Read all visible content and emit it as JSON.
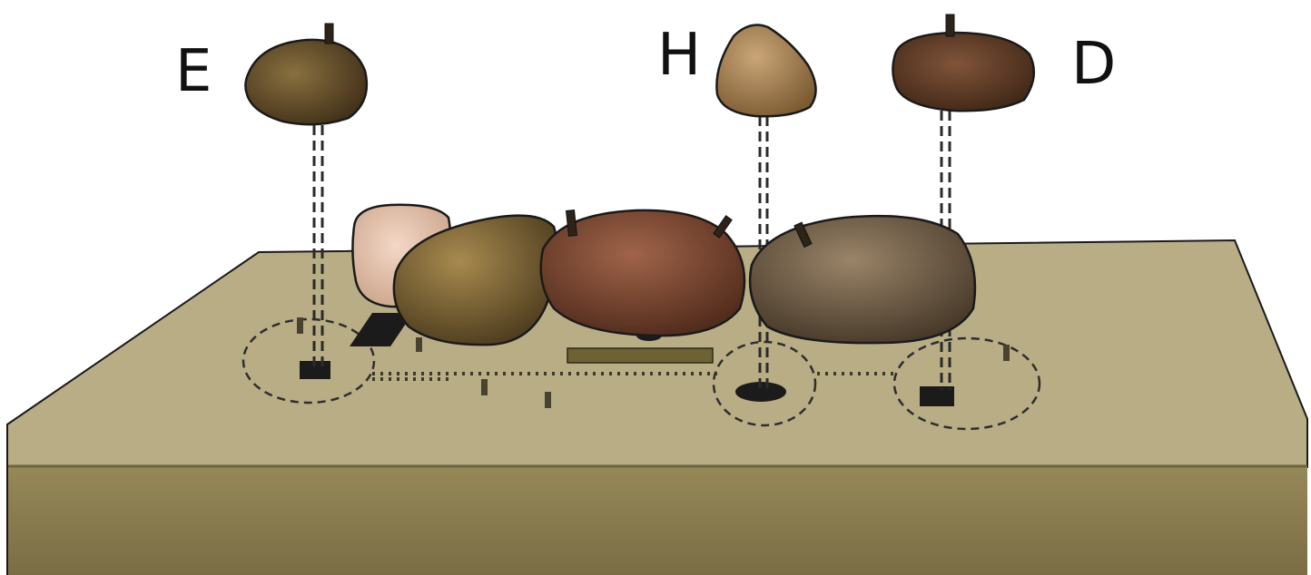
{
  "labels": {
    "e": "E",
    "h": "H",
    "d": "D"
  },
  "colors": {
    "background": "#ffffff",
    "slab_top": "#b8ac84",
    "slab_front": "#8e8156",
    "slab_shadow": "#6f6440",
    "outline": "#1a1a1a",
    "dashed_line": "#2b2b2b"
  },
  "stones": [
    {
      "name": "stone-e",
      "label": "E",
      "color": "#6b5430"
    },
    {
      "name": "stone-h",
      "label": "H",
      "color": "#a98455"
    },
    {
      "name": "stone-d",
      "label": "D",
      "color": "#5e3a22"
    },
    {
      "name": "stone-pale",
      "color": "#e5c2ab"
    },
    {
      "name": "stone-ochre",
      "color": "#7a6235"
    },
    {
      "name": "stone-red",
      "color": "#7e4630"
    },
    {
      "name": "stone-grey",
      "color": "#6e5b45"
    }
  ]
}
